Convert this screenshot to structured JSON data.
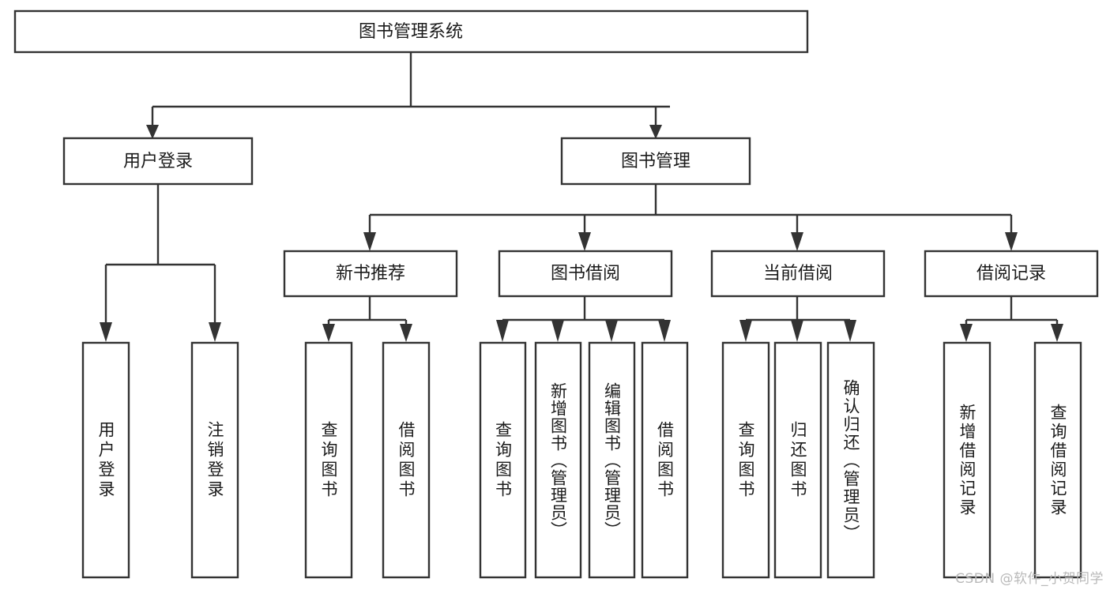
{
  "diagram": {
    "title": "图书管理系统",
    "watermark": "CSDN @软件_小贺同学",
    "accent_color": "#333333",
    "box_fill": "#ffffff",
    "root": {
      "label": "图书管理系统"
    },
    "level2": [
      {
        "id": "user-login",
        "label": "用户登录"
      },
      {
        "id": "book-management",
        "label": "图书管理"
      }
    ],
    "level3": [
      {
        "id": "new-book-recommend",
        "label": "新书推荐"
      },
      {
        "id": "book-borrow",
        "label": "图书借阅"
      },
      {
        "id": "current-borrow",
        "label": "当前借阅"
      },
      {
        "id": "borrow-record",
        "label": "借阅记录"
      }
    ],
    "leaves": {
      "user_login": [
        {
          "id": "leaf-user-login",
          "label": "用户登录"
        },
        {
          "id": "leaf-logout",
          "label": "注销登录"
        }
      ],
      "new_book_recommend": [
        {
          "id": "leaf-query-book-1",
          "label": "查询图书"
        },
        {
          "id": "leaf-borrow-book-1",
          "label": "借阅图书"
        }
      ],
      "book_borrow": [
        {
          "id": "leaf-query-book-2",
          "label": "查询图书"
        },
        {
          "id": "leaf-add-book",
          "label": "新增图书（管理员）"
        },
        {
          "id": "leaf-edit-book",
          "label": "编辑图书（管理员）"
        },
        {
          "id": "leaf-borrow-book-2",
          "label": "借阅图书"
        }
      ],
      "current_borrow": [
        {
          "id": "leaf-query-book-3",
          "label": "查询图书"
        },
        {
          "id": "leaf-return-book",
          "label": "归还图书"
        },
        {
          "id": "leaf-confirm-return",
          "label": "确认归还（管理员）"
        }
      ],
      "borrow_record": [
        {
          "id": "leaf-add-record",
          "label": "新增借阅记录"
        },
        {
          "id": "leaf-query-record",
          "label": "查询借阅记录"
        }
      ]
    }
  }
}
